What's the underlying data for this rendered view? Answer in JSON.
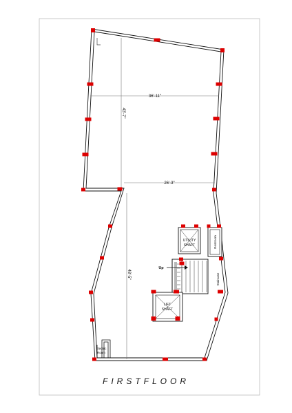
{
  "title": "FIRSTFLOOR",
  "dimensions": {
    "top_width": "36'-11\"",
    "top_height": "43'-7\"",
    "mid_width": "26'-3\"",
    "lower_height": "48'-5\""
  },
  "rooms": {
    "utility_l1": "UTILITY",
    "utility_l2": "SHAFT",
    "restroom": "Restroom",
    "staircase": "Staircase",
    "up": "Up",
    "lift_l1": "LIFT",
    "lift_l2": "SHAFT",
    "electric_l1": "Electric",
    "electric_l2": "Room"
  },
  "colors": {
    "column": "#dd0000",
    "wall": "#111111",
    "frame": "#bbbbbb"
  }
}
